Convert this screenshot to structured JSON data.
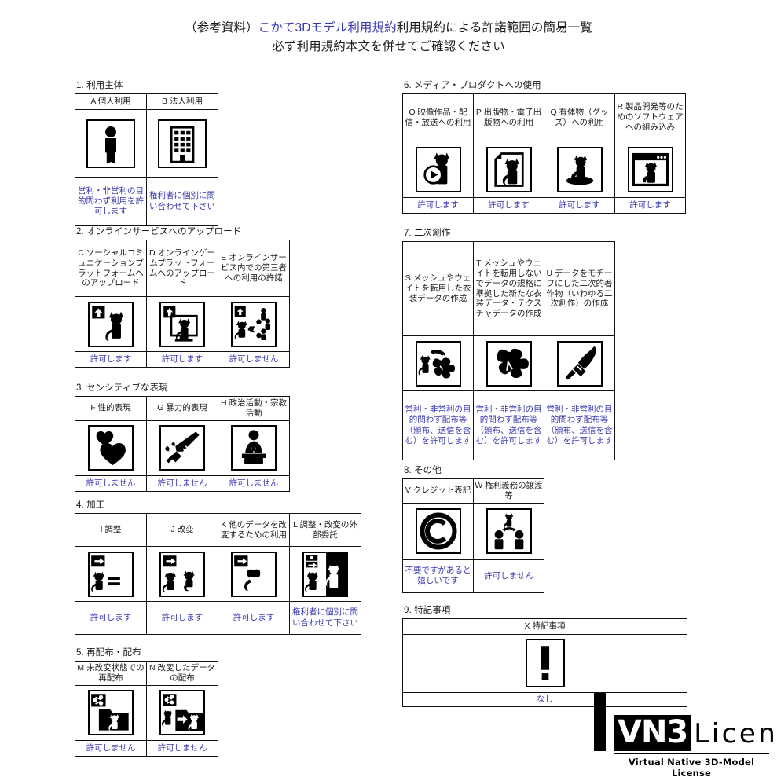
{
  "title": {
    "line1_pre": "（参考資料）",
    "line1_link": "こかて3Dモデル利用規約",
    "line1_post": "利用規約による許諾範囲の簡易一覧",
    "line2": "必ず利用規約本文を併せてご確認ください"
  },
  "colors": {
    "result_blue": "#3a3ab0",
    "ink": "#111111",
    "paper": "#ffffff"
  },
  "sections": [
    {
      "id": "s1",
      "heading": "1. 利用主体",
      "cells": [
        {
          "code": "A",
          "label": "A 個人利用",
          "icon": "person-icon",
          "result": "営利・非営利の目的問わず利用を許可します"
        },
        {
          "code": "B",
          "label": "B 法人利用",
          "icon": "building-icon",
          "result": "権利者に個別に問い合わせて下さい"
        }
      ]
    },
    {
      "id": "s2",
      "heading": "2. オンラインサービスへのアップロード",
      "cells": [
        {
          "code": "C",
          "label": "C ソーシャルコミュニケーションプラットフォームへのアップロード",
          "icon": "upload-cat-icon",
          "result": "許可します"
        },
        {
          "code": "D",
          "label": "D オンラインゲームプラットフォームへのアップロード",
          "icon": "upload-cat-monitor-icon",
          "result": "許可します"
        },
        {
          "code": "E",
          "label": "E オンラインサービス内での第三者への利用の許諾",
          "icon": "upload-cat-share-icon",
          "result": "許可しません"
        }
      ]
    },
    {
      "id": "s3",
      "heading": "3. センシティブな表現",
      "cells": [
        {
          "code": "F",
          "label": "F 性的表現",
          "icon": "hearts-icon",
          "result": "許可しません"
        },
        {
          "code": "G",
          "label": "G 暴力的表現",
          "icon": "knife-icon",
          "result": "許可しません"
        },
        {
          "code": "H",
          "label": "H 政治活動・宗教活動",
          "icon": "podium-icon",
          "result": "許可しません"
        }
      ]
    },
    {
      "id": "s4",
      "heading": "4. 加工",
      "cells": [
        {
          "code": "I",
          "label": "I 調整",
          "icon": "arrow-cat-equal-icon",
          "result": "許可します"
        },
        {
          "code": "J",
          "label": "J 改変",
          "icon": "arrow-cat-cat-icon",
          "result": "許可します"
        },
        {
          "code": "K",
          "label": "K 他のデータを改変するための利用",
          "icon": "arrow-cat-ribbon-icon",
          "result": "許可します"
        },
        {
          "code": "L",
          "label": "L 調整・改変の外部委託",
          "icon": "cat-outsource-icon",
          "result": "権利者に個別に問い合わせて下さい"
        }
      ]
    },
    {
      "id": "s5",
      "heading": "5. 再配布・配布",
      "cells": [
        {
          "code": "M",
          "label": "M 未改変状態での再配布",
          "icon": "share-folder-cat-icon",
          "result": "許可しません"
        },
        {
          "code": "N",
          "label": "N 改変したデータの配布",
          "icon": "share-folder-cat-mod-icon",
          "result": "許可しません"
        }
      ]
    },
    {
      "id": "s6",
      "heading": "6. メディア・プロダクトへの使用",
      "cells": [
        {
          "code": "O",
          "label": "O 映像作品・配信・放送への利用",
          "icon": "cat-play-icon",
          "result": "許可します"
        },
        {
          "code": "P",
          "label": "P 出版物・電子出版物への利用",
          "icon": "cat-page-icon",
          "result": "許可します"
        },
        {
          "code": "Q",
          "label": "Q 有体物（グッズ）への利用",
          "icon": "cat-figure-icon",
          "result": "許可します"
        },
        {
          "code": "R",
          "label": "R 製品開発等のためのソフトウェアへの組み込み",
          "icon": "cat-window-icon",
          "result": "許可します"
        }
      ]
    },
    {
      "id": "s7",
      "heading": "7. 二次創作",
      "cells": [
        {
          "code": "S",
          "label": "S メッシュやウェイトを転用した衣装データの作成",
          "icon": "cat-cloth-icon",
          "result": "営利・非営利の目的問わず配布等（頒布、送信を含む）を許可します"
        },
        {
          "code": "T",
          "label": "T メッシュやウェイトを転用しないでデータの規格に準拠した新たな衣装データ・テクスチャデータの作成",
          "icon": "cloth-icon",
          "result": "営利・非営利の目的問わず配布等（頒布、送信を含む）を許可します"
        },
        {
          "code": "U",
          "label": "U データをモチーフにした二次的著作物（いわゆる二次創作）の作成",
          "icon": "brush-icon",
          "result": "営利・非営利の目的問わず配布等（頒布、送信を含む）を許可します"
        }
      ]
    },
    {
      "id": "s8",
      "heading": "8. その他",
      "cells": [
        {
          "code": "V",
          "label": "V クレジット表記",
          "icon": "copyright-icon",
          "result": "不要ですがあると嬉しいです"
        },
        {
          "code": "W",
          "label": "W 権利義務の譲渡等",
          "icon": "transfer-icon",
          "result": "許可しません"
        }
      ]
    },
    {
      "id": "s9",
      "heading": "9. 特記事項",
      "cells": [
        {
          "code": "X",
          "label": "X 特記事項",
          "icon": "exclamation-icon",
          "result": "なし"
        }
      ]
    }
  ],
  "logo": {
    "mark": "VN3",
    "word": "License",
    "tagline": "Virtual Native 3D-Model License"
  }
}
